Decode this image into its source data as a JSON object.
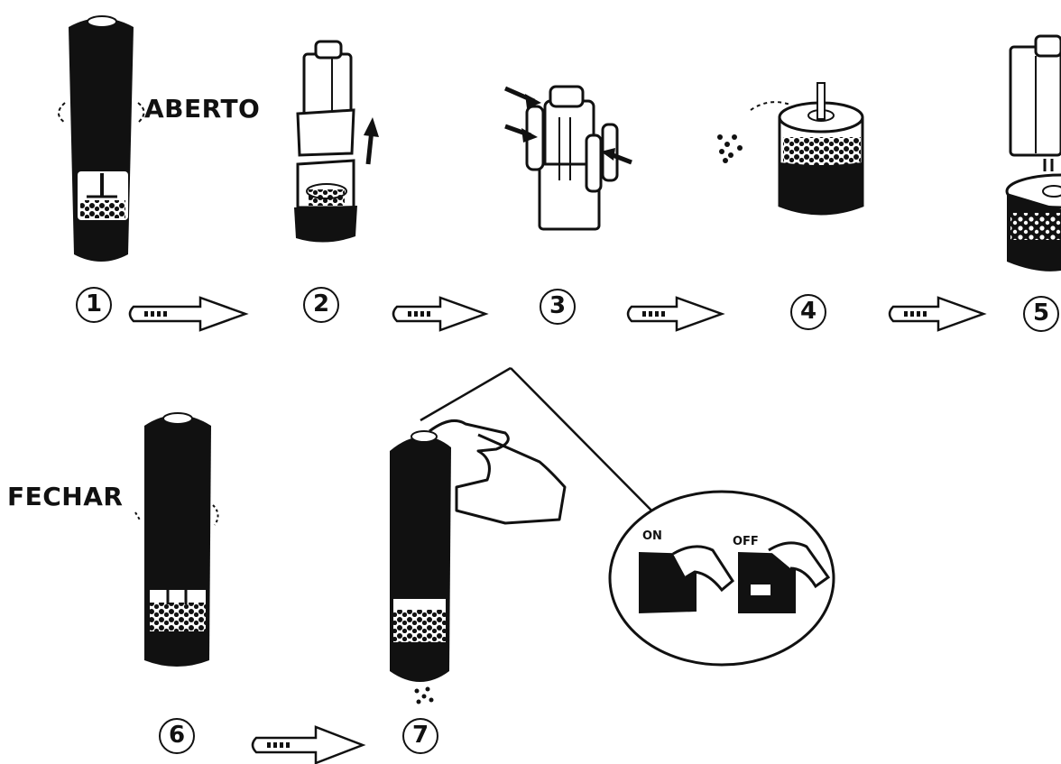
{
  "labels": {
    "open": "ABERTO",
    "close": "FECHAR"
  },
  "steps": [
    "1",
    "2",
    "3",
    "4",
    "5",
    "6",
    "7"
  ],
  "switch_labels": {
    "on": "ON",
    "off": "OFF"
  },
  "colors": {
    "ink": "#111111",
    "paper": "#ffffff"
  },
  "icons": [
    "right-arrow-icon",
    "up-arrow-icon",
    "twist-arrow-icon",
    "hand-icon",
    "pepper-grinder-icon"
  ]
}
